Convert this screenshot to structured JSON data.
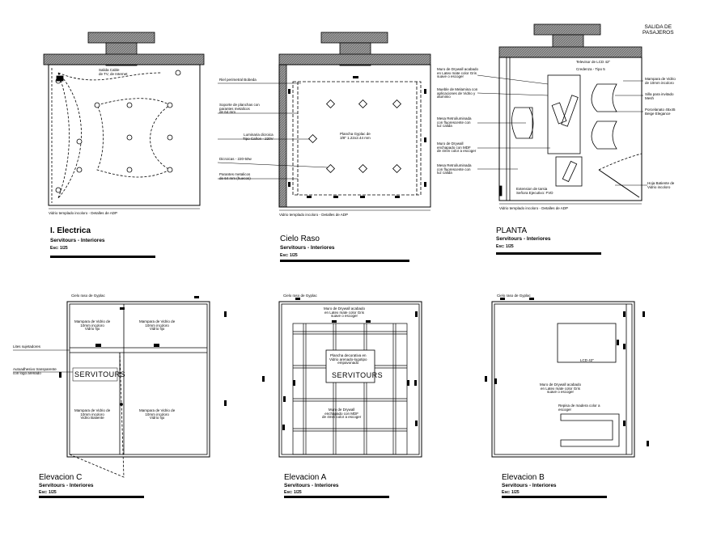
{
  "header_note": "SALIDA DE\nPASAJEROS",
  "views": {
    "electrico": {
      "title": "I. Electrica",
      "subtitle": "Servitours - Interiores",
      "scale": "Esc: 1/25",
      "notes": {
        "tv": "Salida Cable\nde TV, de Internet",
        "footer": "Vidrio templado incoloro  -  Detalles de ADP"
      }
    },
    "cielo": {
      "title": "Cielo Raso",
      "subtitle": "Servitours - Interiores",
      "scale": "Esc: 1/25",
      "notes": {
        "n1": "Riel perimetral Bobeda",
        "n2": "Soporte de planchas con\nparantes metalicos\nde 64 mm",
        "n3": "Luminaria dicroica\nTipo Cañon - 220V",
        "n4": "Dicroicas - 220-50w",
        "n5": "Parantes metalicos\nde 64 mm (huecos)",
        "center": "Plancha Gyplac de\n3/8\" 1.22x2.44 mm",
        "footer": "Vidrio templado incoloro  -  Detalles de ADP"
      }
    },
    "planta": {
      "title": "PLANTA",
      "subtitle": "Servitours - Interiores",
      "scale": "Esc: 1/25",
      "notes": {
        "l1": "Muro de Drywall acabado\nen Latex mate color Gris\nsuave o escoger",
        "l2": "Mueble de Melamina con\naplicaciones de Vidrio y\naluminio",
        "l3": "Mesa Retroiluminada\ncon fluorescente con\nluz calida",
        "l4": "Muro de Drywall\nenchapado con MDF\nde 4mm color a escoger",
        "l5": "Mesa Retroiluminada\ncon fluorescente con\nluz calida",
        "top1": "Televisor de LCD 42\"",
        "top2": "Credenza - Tipo 5",
        "r1": "Mampara de Vidrio\nde 10mm incoloro",
        "r2": "Silla para invitado\nMesh",
        "r3": "Porcelanato 45x45\nBeige Elegance",
        "r4": "Hoja Batiente de\nVidrio incoloro",
        "b1": "Extension de tarsia\nSeñora Ejecutivo: FVD",
        "footer": "Vidrio templado incoloro  -  Detalles de ADP"
      }
    },
    "elev_c": {
      "title": "Elevacion C",
      "subtitle": "Servitours - Interiores",
      "scale": "Esc: 1/25",
      "notes": {
        "top": "Cielo raso de Gyplac",
        "p1": "Mampara de Vidrio de\n10mm incoloro\nVidrio fijo",
        "p2": "Mampara de Vidrio de\n10mm incoloro\nVidrio fijo",
        "p3": "Mampara de Vidrio de\n10mm incoloro\nVidrio Batiente",
        "p4": "Mampara de Vidrio de\n10mm incoloro\nVidrio fijo",
        "l1": "Lites sujetadores",
        "l2": "Autoadhesivo transparente\ncon logo arenado"
      },
      "logo": "SERVITOURS"
    },
    "elev_a": {
      "title": "Elevacion A",
      "subtitle": "Servitours - Interiores",
      "scale": "Esc: 1/25",
      "notes": {
        "top": "Cielo raso de Gyplac",
        "t1": "Muro de Drywall acabado\nen Latex mate color Gris\nsuave o escoger",
        "plaque": "Plancha decorativa en\nVidrio arenado-logotipo\nempavonado",
        "m1": "Muro de Drywall\nenchapado con MDF\nde 4mm color a escoger"
      },
      "logo": "SERVITOURS"
    },
    "elev_b": {
      "title": "Elevacion B",
      "subtitle": "Servitours - Interiores",
      "scale": "Esc: 1/25",
      "notes": {
        "top": "Cielo raso de Gyplac",
        "tv": "LCD 42\"",
        "m1": "Muro de Drywall acabado\nen Latex mate color Gris\nsuave o escoger",
        "m2": "Repisa de madera color a\nescoger"
      }
    }
  }
}
